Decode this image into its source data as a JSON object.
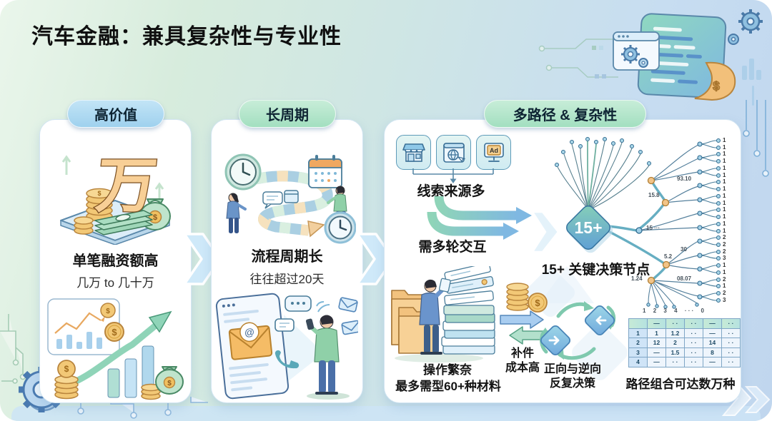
{
  "title": "汽车金融：兼具复杂性与专业性",
  "panels": {
    "high_value": {
      "badge": "高价值",
      "heading": "单笔融资额高",
      "subheading": "几万 to 几十万"
    },
    "long_cycle": {
      "badge": "长周期",
      "heading": "流程周期长",
      "subheading": "往往超过20天"
    },
    "complexity": {
      "badge": "多路径 & 复杂性",
      "lead_sources_label": "线索来源多",
      "ad_label": "Ad",
      "interaction_label": "需多轮交互",
      "decision_diamond_value": "15+",
      "decision_nodes_label": "15+ 关键决策节点",
      "branch_labels": [
        "15.8",
        "93.10",
        "15 ···",
        "30",
        "5.2",
        "1.24",
        "08.07"
      ],
      "leaf_values": [
        "1",
        "1",
        "1",
        "1",
        "1",
        "1",
        "1",
        "1",
        "1",
        "1",
        "1",
        "1",
        "1",
        "1",
        "2",
        "2",
        "2",
        "3",
        "1",
        "1",
        "2",
        "1",
        "2",
        "3"
      ],
      "operations_label": "操作繁奈",
      "materials_label": "最多需型60+种材料",
      "supplement_label": "补件",
      "cost_label": "成本高",
      "loop_label_line1": "正向与逆向",
      "loop_label_line2": "反复决策",
      "path_combinations_label": "路径组合可达数万种",
      "table": {
        "columns": [
          "—",
          "· ·",
          "· ·",
          "—",
          "· ·"
        ],
        "rows": [
          [
            "1",
            "1",
            "1.2",
            "· ·",
            "—",
            "· ·"
          ],
          [
            "2",
            "12",
            "2",
            "· ·",
            "14",
            "· ·"
          ],
          [
            "3",
            "—",
            "1.5",
            "· ·",
            "8",
            "· ·"
          ],
          [
            "4",
            "—",
            "· ·",
            "· ·",
            "—",
            "· ·"
          ]
        ],
        "axis_labels": [
          "1",
          "2",
          "3",
          "4",
          "· · ·",
          "0"
        ]
      }
    }
  },
  "colors": {
    "badge_blue": "#a6d4ee",
    "badge_green": "#a9e0c3",
    "diamond_gradient_start": "#86d0b7",
    "diamond_gradient_end": "#5f9ed6",
    "coin_gold": "#f2c876",
    "arrow_blue": "#a9cdf0",
    "arrow_green": "#b2e0cc"
  }
}
